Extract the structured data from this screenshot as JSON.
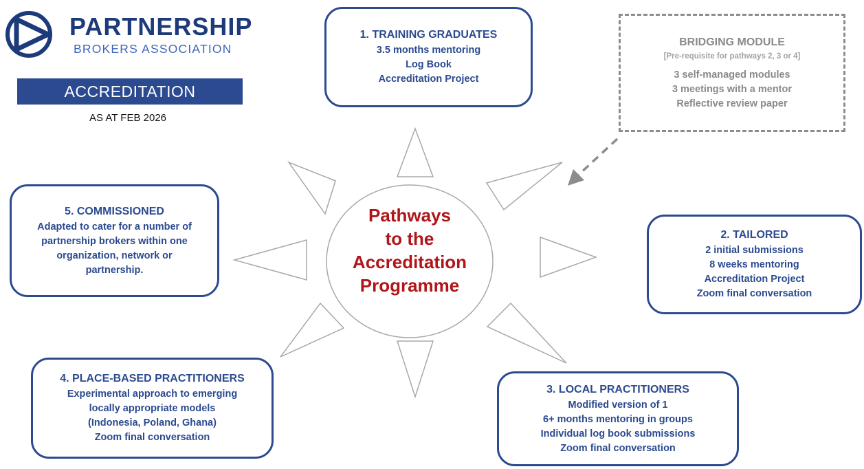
{
  "logo": {
    "name_line1": "PARTNERSHIP",
    "name_line2": "BROKERS ASSOCIATION",
    "mark": "play-triangle-logo-mark"
  },
  "banner": {
    "label": "ACCREDITATION"
  },
  "as_at": "AS AT FEB 2026",
  "center": {
    "lines": [
      "Pathways",
      "to the",
      "Accreditation",
      "Programme"
    ]
  },
  "pathways": [
    {
      "title": "1. TRAINING GRADUATES",
      "lines": [
        "3.5 months mentoring",
        "Log Book",
        "Accreditation Project"
      ]
    },
    {
      "title": "2. TAILORED",
      "lines": [
        "2 initial submissions",
        "8 weeks mentoring",
        "Accreditation Project",
        "Zoom final conversation"
      ]
    },
    {
      "title": "3. LOCAL PRACTITIONERS",
      "lines": [
        "Modified version of 1",
        "6+ months mentoring in groups",
        "Individual log book submissions",
        "Zoom final conversation"
      ]
    },
    {
      "title": "4. PLACE-BASED PRACTITIONERS",
      "lines": [
        "Experimental approach to emerging",
        "locally appropriate models",
        "(Indonesia, Poland, Ghana)",
        "Zoom final conversation"
      ]
    },
    {
      "title": "5. COMMISSIONED",
      "lines": [
        "Adapted to cater for a number of",
        "partnership brokers within one",
        "organization, network or",
        "partnership."
      ]
    }
  ],
  "bridging": {
    "title": "BRIDGING MODULE",
    "subtitle": "[Pre-requisite for pathways 2, 3 or 4]",
    "lines": [
      "3 self-managed modules",
      "3 meetings with a mentor",
      "Reflective review paper"
    ]
  },
  "colors": {
    "brand_blue": "#2b4a8f",
    "light_blue": "#3e66b8",
    "center_red": "#b0151a",
    "bridge_grey": "#8c8c8c"
  }
}
